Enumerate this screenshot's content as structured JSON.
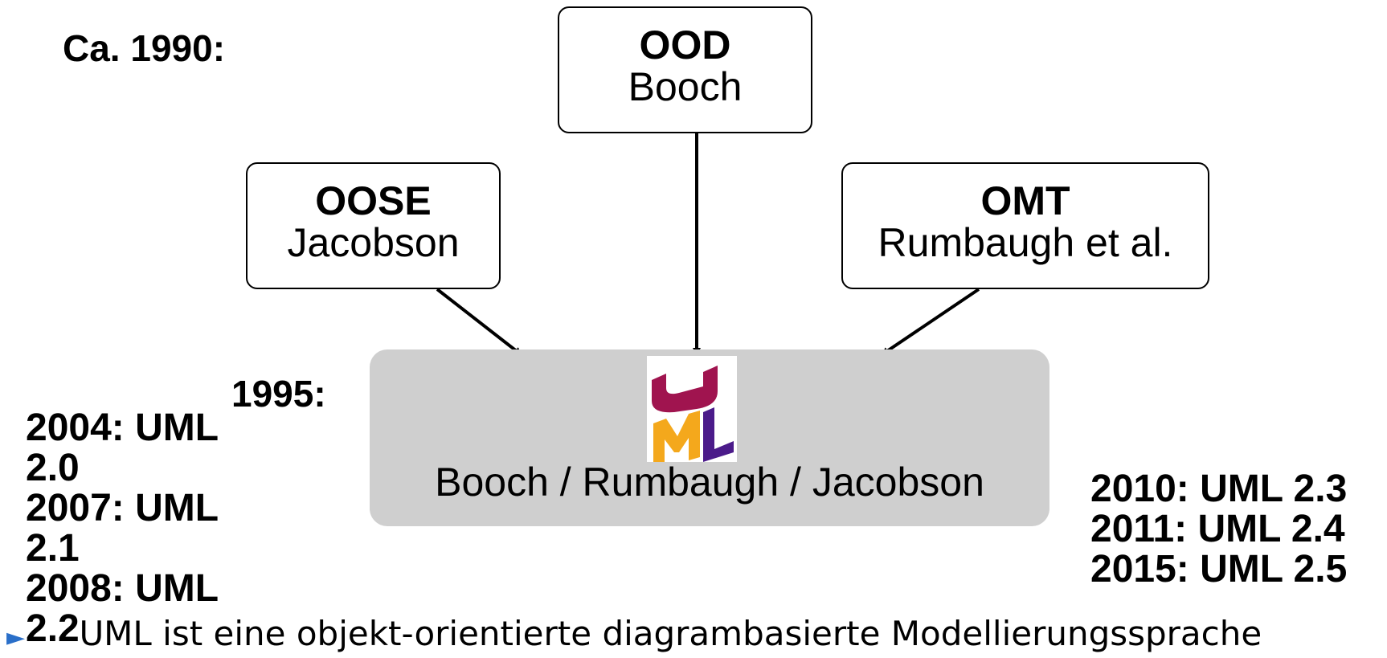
{
  "header": {
    "era_label": "Ca. 1990:"
  },
  "methods": [
    {
      "title": "OOD",
      "author": "Booch"
    },
    {
      "title": "OOSE",
      "author": "Jacobson"
    },
    {
      "title": "OMT",
      "author": "Rumbaugh et al."
    }
  ],
  "merge": {
    "year_label": "1995:",
    "logo_icon": "uml-logo-icon",
    "names": "Booch / Rumbaugh / Jacobson"
  },
  "versions_left": [
    "2004: UML",
    "2.0",
    "2007: UML",
    "2.1",
    "2008: UML",
    "2.2"
  ],
  "versions_right": [
    "2010: UML 2.3",
    "2011: UML 2.4",
    "2015: UML 2.5"
  ],
  "bullet": {
    "text": "UML ist eine objekt-orientierte diagrambasierte Modellierungssprache"
  },
  "colors": {
    "merge_bg": "#cfcfcf",
    "logo_magenta": "#a0144f",
    "logo_orange": "#f4a81c",
    "logo_purple": "#4b1b8a",
    "bullet": "#2a6fc9"
  }
}
